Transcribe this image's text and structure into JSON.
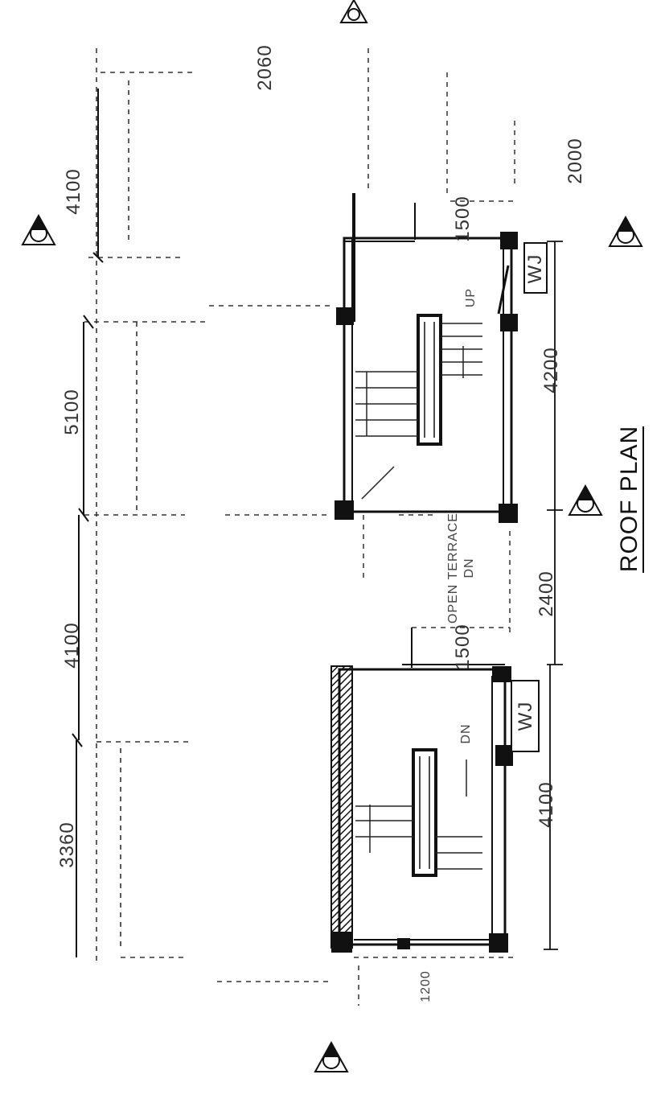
{
  "drawing": {
    "title": "ROOF PLAN"
  },
  "dimensions": {
    "top_a": "2060",
    "top_b": "4100",
    "top_c": "5100",
    "top_d": "4100",
    "top_e": "3360",
    "right_a": "2000",
    "right_b": "4200",
    "right_c": "2400",
    "right_d": "4100",
    "mid_a": "1500",
    "mid_b": "1500",
    "mid_c": "1200"
  },
  "labels": {
    "wj_upper": "WJ",
    "wj_lower": "WJ",
    "open_terrace": "OPEN TERRACE",
    "open_terrace_sub": "DN",
    "up_label": "UP",
    "dn_label": "DN"
  }
}
